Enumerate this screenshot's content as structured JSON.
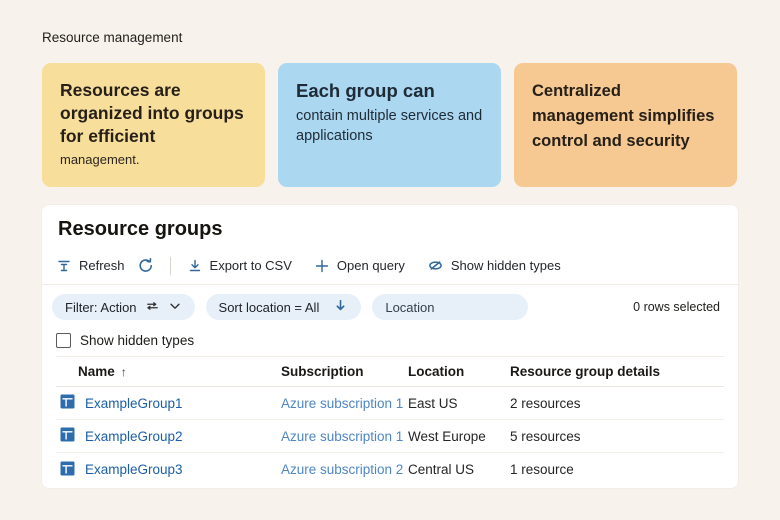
{
  "page": {
    "title": "Resource management",
    "background": "#F8F2EC"
  },
  "cards": [
    {
      "emphasis": "Resources are organized into groups for efficient",
      "detail": "management.",
      "bg": "#F8DE9B"
    },
    {
      "emphasis": "Each group can",
      "detail": "contain multiple services and applications",
      "bg": "#ABD7F1"
    },
    {
      "emphasis": "Centralized management simplifies control and security",
      "detail": "",
      "bg": "#F6C992"
    }
  ],
  "panel": {
    "title": "Resource groups",
    "toolbar": {
      "refresh_label": "Refresh",
      "export_label": "Export to CSV",
      "open_query_label": "Open query",
      "show_hidden_label": "Show hidden types"
    },
    "filters": {
      "filter_pill_label": "Filter: Action",
      "sort_pill_label": "Sort location = All",
      "location_placeholder": "Location",
      "rows_selected": "0 rows selected"
    },
    "show_hidden_checkbox_label": "Show hidden types",
    "table": {
      "columns": [
        "Name",
        "Subscription",
        "Location",
        "Resource group details"
      ],
      "sort_indicator": "↑",
      "rows": [
        {
          "name": "ExampleGroup1",
          "subscription": "Azure subscription 1",
          "location": "East US",
          "details": "2 resources"
        },
        {
          "name": "ExampleGroup2",
          "subscription": "Azure subscription 1",
          "location": "West Europe",
          "details": "5 resources"
        },
        {
          "name": "ExampleGroup3",
          "subscription": "Azure subscription 2",
          "location": "Central US",
          "details": "1 resource"
        }
      ]
    }
  },
  "colors": {
    "icon_accent": "#31689B",
    "link_name": "#1C5FA8",
    "link_subscription": "#4E86C5",
    "pill_bg": "#E7F0F9"
  }
}
